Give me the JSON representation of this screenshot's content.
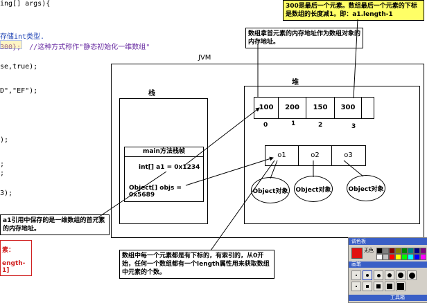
{
  "code_lines": [
    {
      "text": "ing[] args){",
      "cls": ""
    },
    {
      "text": "存储int类型.",
      "cls": "blue"
    },
    {
      "text": "300};  //这种方式称作\"静态初始化一维数组\"",
      "cls": "purple"
    },
    {
      "text": "se,true);",
      "cls": ""
    },
    {
      "text": "D\",\"EF\");",
      "cls": ""
    },
    {
      "text": ");",
      "cls": ""
    },
    {
      "text": ";",
      "cls": ""
    },
    {
      "text": ";",
      "cls": ""
    },
    {
      "text": "3);",
      "cls": ""
    }
  ],
  "jvm": {
    "title": "JVM"
  },
  "stack": {
    "title": "栈"
  },
  "frame": {
    "title": "main方法栈帧",
    "var1": "int[] a1 = 0x1234",
    "var2": "Object[] objs = 0x5689"
  },
  "heap": {
    "title": "堆"
  },
  "int_array": {
    "values": [
      "100",
      "200",
      "150",
      "300"
    ],
    "indices": [
      "0",
      "1",
      "2",
      "3"
    ]
  },
  "obj_array": {
    "cells": [
      "o1",
      "o2",
      "o3"
    ]
  },
  "objects": [
    "Object对象",
    "Object对象",
    "Object对象"
  ],
  "notes": {
    "top_right": "300是最后一个元素。数组最后一个元素的下标是数组的长度减1。即：a1.length-1",
    "heap_addr": "数组拿首元素的内存地址作为数组对象的内存地址。",
    "a1_ref": "a1引用中保存的是一维数组的首元素的内存地址。",
    "index_note": "数组中每一个元素都是有下标的，有索引的，从0开始，任何一个数组都有一个length属性用来获取数组中元素的个数。",
    "left_red_1": "素：",
    "left_red_2": "ength-1]"
  },
  "palette": {
    "title": "调色板",
    "none_label": "无色",
    "brush_title": "画笔",
    "bottom_title": "工具箱",
    "colors": [
      "#000000",
      "#808080",
      "#800000",
      "#808000",
      "#008000",
      "#008080",
      "#000080",
      "#800080",
      "#ffffff",
      "#c0c0c0",
      "#ff0000",
      "#ffff00",
      "#00ff00",
      "#00ffff",
      "#0000ff",
      "#ff00ff"
    ]
  }
}
